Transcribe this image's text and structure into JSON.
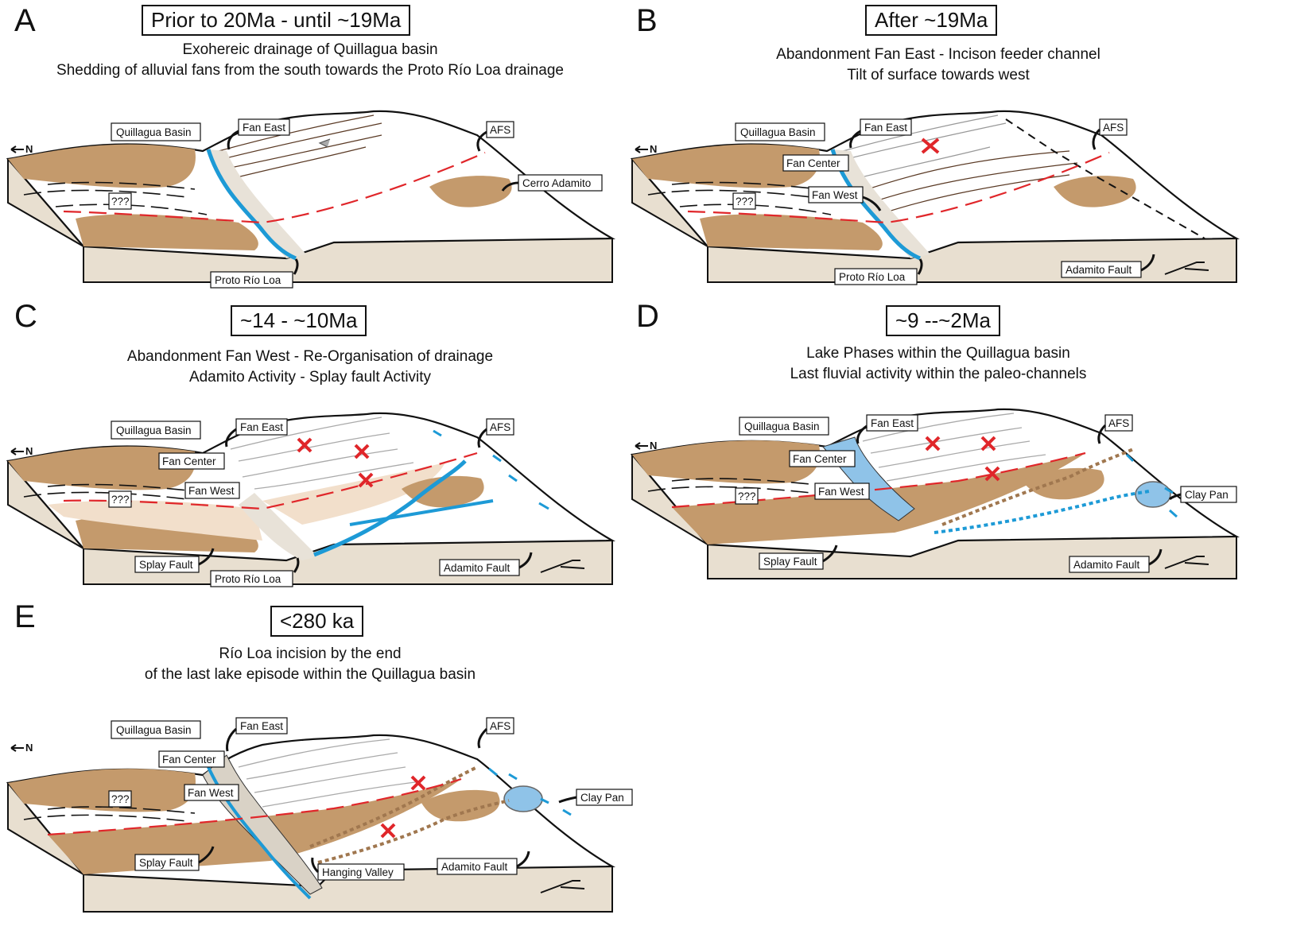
{
  "panels": {
    "A": {
      "letter": "A",
      "period": "Prior to 20Ma - until ~19Ma",
      "subtitle_1": "Exohereic drainage of Quillagua basin",
      "subtitle_2": "Shedding of alluvial fans from the south towards the Proto Río Loa drainage",
      "labels": {
        "quillagua": "Quillagua Basin",
        "fan_east": "Fan East",
        "afs": "AFS",
        "cerro": "Cerro Adamito",
        "unknown": "???",
        "proto_rio_loa": "Proto Río Loa",
        "north": "N"
      }
    },
    "B": {
      "letter": "B",
      "period": "After ~19Ma",
      "subtitle_1": "Abandonment Fan East  - Incison feeder channel",
      "subtitle_2": "Tilt of surface towards west",
      "labels": {
        "quillagua": "Quillagua Basin",
        "fan_east": "Fan East",
        "fan_center": "Fan Center",
        "fan_west": "Fan West",
        "afs": "AFS",
        "unknown": "???",
        "proto_rio_loa": "Proto Río Loa",
        "adamito_fault": "Adamito Fault",
        "north": "N"
      }
    },
    "C": {
      "letter": "C",
      "period": "~14 - ~10Ma",
      "subtitle_1": "Abandonment Fan West - Re-Organisation of drainage",
      "subtitle_2": "Adamito Activity - Splay fault Activity",
      "labels": {
        "quillagua": "Quillagua Basin",
        "fan_east": "Fan East",
        "fan_center": "Fan Center",
        "fan_west": "Fan West",
        "afs": "AFS",
        "unknown": "???",
        "splay_fault": "Splay Fault",
        "proto_rio_loa": "Proto Río Loa",
        "adamito_fault": "Adamito Fault",
        "north": "N"
      }
    },
    "D": {
      "letter": "D",
      "period": "~9 --~2Ma",
      "subtitle_1": "Lake Phases within the  Quillagua basin",
      "subtitle_2": "Last fluvial activity within the paleo-channels",
      "labels": {
        "quillagua": "Quillagua Basin",
        "fan_east": "Fan East",
        "fan_center": "Fan Center",
        "fan_west": "Fan West",
        "afs": "AFS",
        "clay_pan": "Clay Pan",
        "unknown": "???",
        "splay_fault": "Splay Fault",
        "adamito_fault": "Adamito Fault",
        "north": "N"
      }
    },
    "E": {
      "letter": "E",
      "period": "<280 ka",
      "subtitle_1": "Río Loa incision by the end",
      "subtitle_2": "of the last lake episode within the Quillagua basin",
      "labels": {
        "quillagua": "Quillagua Basin",
        "fan_east": "Fan East",
        "fan_center": "Fan Center",
        "fan_west": "Fan West",
        "afs": "AFS",
        "clay_pan": "Clay Pan",
        "unknown": "???",
        "splay_fault": "Splay Fault",
        "hanging_valley": "Hanging Valley",
        "adamito_fault": "Adamito Fault",
        "north": "N"
      }
    }
  },
  "colors": {
    "sediment": "#c49a6c",
    "block_side": "#e8dfd0",
    "river": "#1d9ad6",
    "lake": "#8fc3e8",
    "fault": "#e0262a",
    "fan_fill": "#f3eee7",
    "terrace": "#f2dfcb"
  }
}
